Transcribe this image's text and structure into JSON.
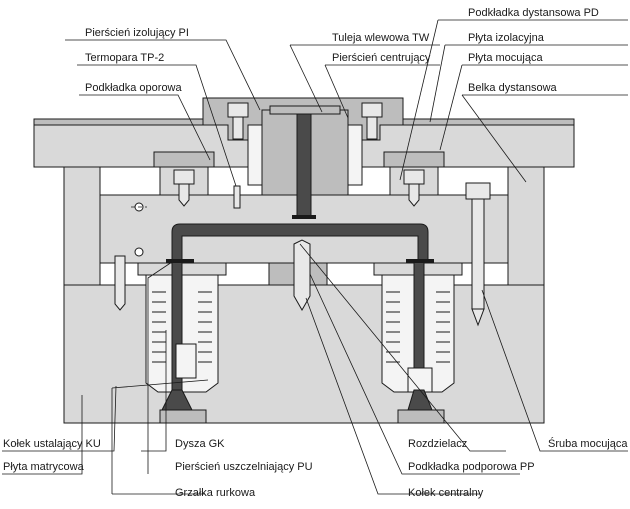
{
  "labels": {
    "podkladka_dystansowa": "Podkładka dystansowa PD",
    "pierscien_izolujacy": "Pierścień izolujący PI",
    "tuleja_wlewowa": "Tuleja wlewowa TW",
    "plyta_izolacyjna": "Płyta izolacyjna",
    "termopara": "Termopara TP-2",
    "pierscien_centrujacy": "Pierścień centrujący",
    "plyta_mocujaca": "Płyta mocująca",
    "podkladka_oporowa": "Podkładka oporowa",
    "belka_dystansowa": "Belka dystansowa",
    "kolek_ustalajacy": "Kołek ustalający KU",
    "dysza": "Dysza GK",
    "rozdzielacz": "Rozdzielacz",
    "sruba_mocujaca": "Śruba mocująca",
    "plyta_matrycowa": "Płyta matrycowa",
    "pierscien_uszczelniajacy": "Pierścień uszczelniający PU",
    "podkladka_podporowa": "Podkładka podporowa PP",
    "grzalka": "Grzałka rurkowa",
    "kolek_centralny": "Kołek centralny"
  }
}
